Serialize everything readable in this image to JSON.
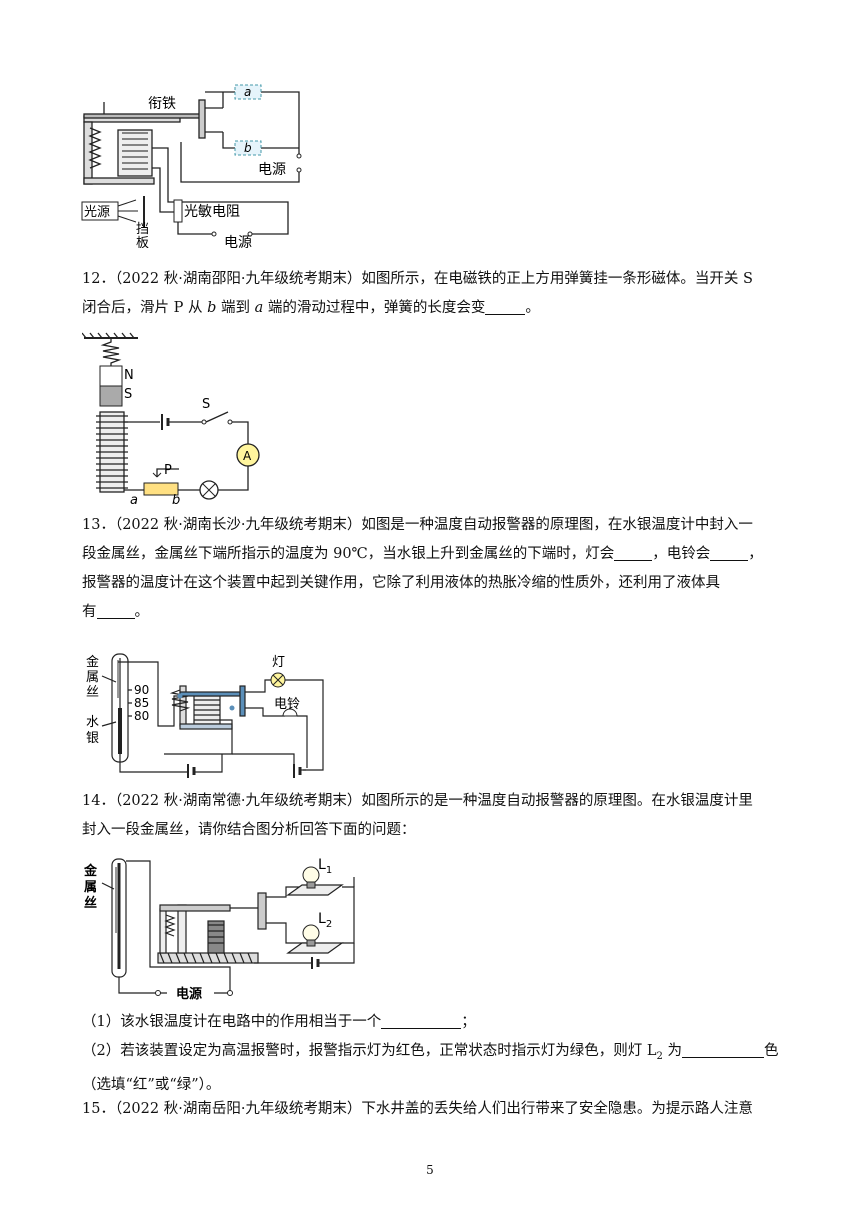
{
  "fig11": {
    "label_armature": "衔铁",
    "label_a": "a",
    "label_b": "b",
    "label_power_top": "电源",
    "label_light_source": "光源",
    "label_photoresistor": "光敏电阻",
    "label_baffle_1": "挡",
    "label_baffle_2": "板",
    "label_power_bottom": "电源"
  },
  "q12": {
    "line1": "12．（2022 秋·湖南邵阳·九年级统考期末）如图所示，在电磁铁的正上方用弹簧挂一条形磁体。当开关 S",
    "line2_a": "闭合后，滑片 P 从 ",
    "line2_b_italic": "b",
    "line2_c": " 端到 ",
    "line2_d_italic": "a",
    "line2_e": " 端的滑动过程中，弹簧的长度会变",
    "line2_end": "。"
  },
  "fig12": {
    "label_N": "N",
    "label_S": "S",
    "label_switch": "S",
    "label_ammeter": "A",
    "label_P": "P",
    "label_a": "a",
    "label_b": "b"
  },
  "q13": {
    "line1": "13．（2022 秋·湖南长沙·九年级统考期末）如图是一种温度自动报警器的原理图，在水银温度计中封入一",
    "line2_a": "段金属丝，金属丝下端所指示的温度为 90℃，当水银上升到金属丝的下端时，灯会",
    "line2_b": "，电铃会",
    "line2_c": "，",
    "line3": "报警器的温度计在这个装置中起到关键作用，它除了利用液体的热胀冷缩的性质外，还利用了液体具",
    "line4_a": "有",
    "line4_b": "。"
  },
  "fig13": {
    "label_metal_1": "金",
    "label_metal_2": "属",
    "label_metal_3": "丝",
    "label_mercury_1": "水",
    "label_mercury_2": "银",
    "tick_90": "90",
    "tick_85": "85",
    "tick_80": "80",
    "label_lamp": "灯",
    "label_bell": "电铃"
  },
  "q14": {
    "line1": "14．（2022 秋·湖南常德·九年级统考期末）如图所示的是一种温度自动报警器的原理图。在水银温度计里",
    "line2": "封入一段金属丝，请你结合图分析回答下面的问题：",
    "sub1_a": "（1）该水银温度计在电路中的作用相当于一个",
    "sub1_b": "；",
    "sub2_a": "（2）若该装置设定为高温报警时，报警指示灯为红色，正常状态时指示灯为绿色，则灯 L",
    "sub2_sub": "2",
    "sub2_b": " 为",
    "sub2_c": "色",
    "sub2_line2": "（选填“红”或“绿”）。"
  },
  "fig14": {
    "label_metal_1": "金",
    "label_metal_2": "属",
    "label_metal_3": "丝",
    "label_L1": "L",
    "label_L1_sub": "1",
    "label_L2": "L",
    "label_L2_sub": "2",
    "label_power": "电源"
  },
  "q15": {
    "line1": "15．（2022 秋·湖南岳阳·九年级统考期末）下水井盖的丢失给人们出行带来了安全隐患。为提示路人注意"
  },
  "page_number": "5"
}
